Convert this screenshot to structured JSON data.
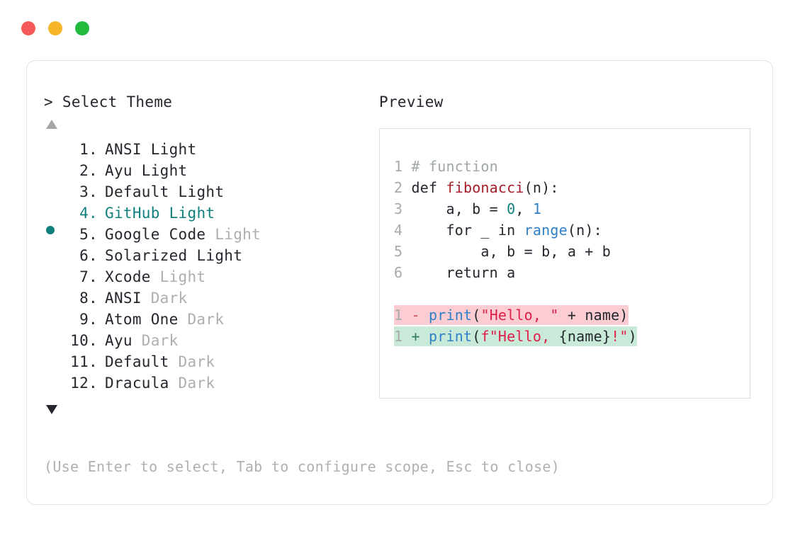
{
  "window": {
    "dots": [
      {
        "name": "close-dot",
        "color": "#f75a56"
      },
      {
        "name": "minimize-dot",
        "color": "#f7b52a"
      },
      {
        "name": "maximize-dot",
        "color": "#22bb3e"
      }
    ]
  },
  "selector": {
    "prompt_symbol": "> ",
    "title": "Select Theme",
    "scroll_up_icon": "triangle-up",
    "scroll_down_icon": "triangle-down",
    "selected_index": 4,
    "accent_color": "#11807d",
    "muted_color": "#aeaeb1",
    "items": [
      {
        "index": "1.",
        "name": "ANSI",
        "variant": " Light",
        "variant_muted": false,
        "selected": false
      },
      {
        "index": "2.",
        "name": "Ayu",
        "variant": " Light",
        "variant_muted": false,
        "selected": false
      },
      {
        "index": "3.",
        "name": "Default",
        "variant": " Light",
        "variant_muted": false,
        "selected": false
      },
      {
        "index": "4.",
        "name": "GitHub",
        "variant": " Light",
        "variant_muted": false,
        "selected": true
      },
      {
        "index": "5.",
        "name": "Google Code",
        "variant": " Light",
        "variant_muted": true,
        "selected": false
      },
      {
        "index": "6.",
        "name": "Solarized",
        "variant": " Light",
        "variant_muted": false,
        "selected": false
      },
      {
        "index": "7.",
        "name": "Xcode",
        "variant": " Light",
        "variant_muted": true,
        "selected": false
      },
      {
        "index": "8.",
        "name": "ANSI",
        "variant": " Dark",
        "variant_muted": true,
        "selected": false
      },
      {
        "index": "9.",
        "name": "Atom One",
        "variant": " Dark",
        "variant_muted": true,
        "selected": false
      },
      {
        "index": "10.",
        "name": "Ayu",
        "variant": " Dark",
        "variant_muted": true,
        "selected": false
      },
      {
        "index": "11.",
        "name": "Default",
        "variant": " Dark",
        "variant_muted": true,
        "selected": false
      },
      {
        "index": "12.",
        "name": "Dracula",
        "variant": " Dark",
        "variant_muted": true,
        "selected": false
      }
    ]
  },
  "preview": {
    "label": "Preview",
    "code_lines": [
      {
        "no": "1",
        "tokens": [
          {
            "t": " # function",
            "c": "tok-comment"
          }
        ]
      },
      {
        "no": "2",
        "tokens": [
          {
            "t": " def ",
            "c": "tok-keyword"
          },
          {
            "t": "fibonacci",
            "c": "tok-fname"
          },
          {
            "t": "(n):",
            "c": "tok-plain"
          }
        ]
      },
      {
        "no": "3",
        "tokens": [
          {
            "t": "     a, b = ",
            "c": "tok-plain"
          },
          {
            "t": "0",
            "c": "tok-num-teal"
          },
          {
            "t": ", ",
            "c": "tok-plain"
          },
          {
            "t": "1",
            "c": "tok-num-blue"
          }
        ]
      },
      {
        "no": "4",
        "tokens": [
          {
            "t": "     for _ in ",
            "c": "tok-plain"
          },
          {
            "t": "range",
            "c": "tok-builtin"
          },
          {
            "t": "(n):",
            "c": "tok-plain"
          }
        ]
      },
      {
        "no": "5",
        "tokens": [
          {
            "t": "         a, b = b, a + b",
            "c": "tok-plain"
          }
        ]
      },
      {
        "no": "6",
        "tokens": [
          {
            "t": "     return a",
            "c": "tok-plain"
          }
        ]
      }
    ],
    "diff_lines": [
      {
        "no": "1",
        "kind": "del",
        "sign": " - ",
        "tokens": [
          {
            "t": "print",
            "c": "tok-builtin"
          },
          {
            "t": "(",
            "c": "tok-plain"
          },
          {
            "t": "\"Hello, \"",
            "c": "tok-string"
          },
          {
            "t": " + name)",
            "c": "tok-plain"
          }
        ]
      },
      {
        "no": "1",
        "kind": "add",
        "sign": " + ",
        "tokens": [
          {
            "t": "print",
            "c": "tok-builtin"
          },
          {
            "t": "(",
            "c": "tok-plain"
          },
          {
            "t": "f\"Hello, ",
            "c": "tok-string"
          },
          {
            "t": "{name}",
            "c": "tok-plain"
          },
          {
            "t": "!\"",
            "c": "tok-string"
          },
          {
            "t": ")",
            "c": "tok-plain"
          }
        ]
      }
    ],
    "diff_del_bg": "#fbcdd2",
    "diff_add_bg": "#c9ead8"
  },
  "footer": {
    "hint": "(Use Enter to select, Tab to configure scope, Esc to close)"
  }
}
